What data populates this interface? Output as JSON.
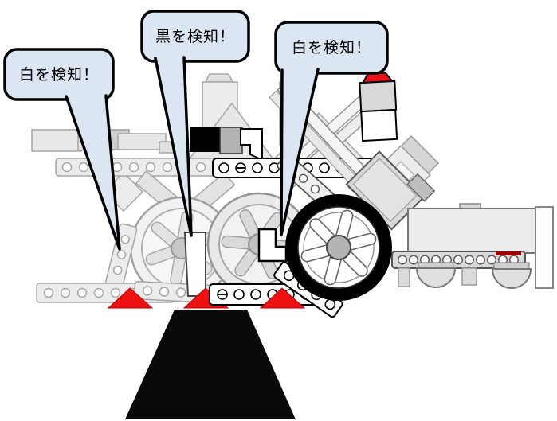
{
  "figure": {
    "type": "robot-line-sensing-diagram",
    "callouts": [
      {
        "id": "callout-white-left",
        "text": "白を検知！"
      },
      {
        "id": "callout-black-center",
        "text": "黒を検知！"
      },
      {
        "id": "callout-white-right",
        "text": "白を検知！"
      }
    ],
    "markers": {
      "count": 3
    },
    "black_line": {
      "shape": "trapezoid"
    }
  },
  "colors": {
    "background": "#ffffff",
    "bubble_fill": "#dce6f2",
    "bubble_border": "#000000",
    "marker_red": "#ee1111",
    "sensor_cap_red": "#e8121a",
    "beam_red_accent": "#a00000",
    "line_black": "#0a0a0a",
    "ghost_fill": "#ececec",
    "ghost_stroke": "#a6a6a6",
    "solid_gray": "#d9d9d9"
  }
}
